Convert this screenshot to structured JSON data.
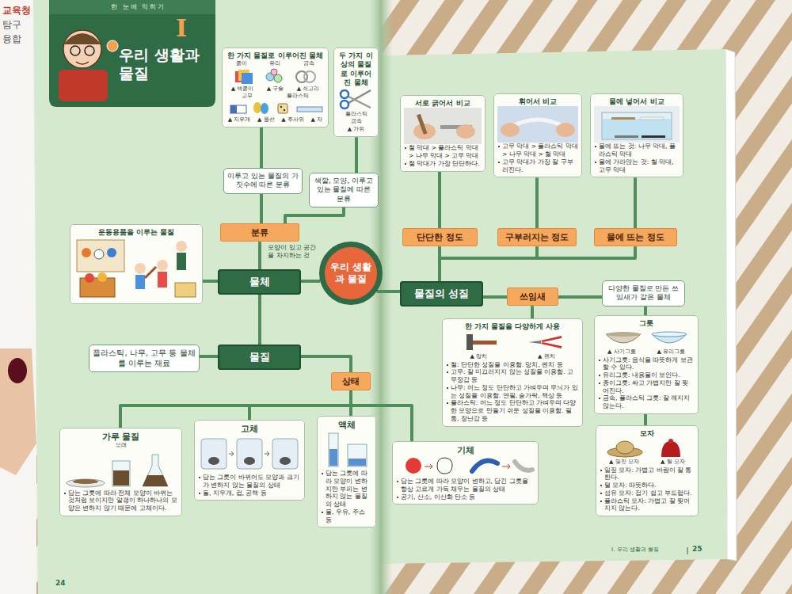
{
  "diagram": {
    "title": "우리 생활과 물질",
    "nodes": [
      {
        "text": [
          "한 가지 물질로 이루어진 물체",
          "종이",
          "유리",
          "금속",
          "▲ 색종이",
          "▲ 구슬",
          "▲ 쇠고리",
          "고무",
          "플라스틱",
          "▲ 지우개",
          "▲ 풍선",
          "▲ 주사위",
          "▲ 자"
        ]
      },
      {
        "text": [
          "두 가지 이상의 물질로 이루어진 물체",
          "플라스틱",
          "금속",
          "▲ 가위"
        ]
      },
      {
        "text": [
          "이루고 있는 물질의 가짓수에 따른 분류"
        ]
      },
      {
        "text": [
          "색깔, 모양, 이루고 있는 물질에 따른 분류"
        ]
      },
      {
        "text": [
          "분류"
        ]
      },
      {
        "text": [
          "운동용품을 이루는 물질"
        ]
      },
      {
        "text": [
          "물체"
        ]
      },
      {
        "text": [
          "우리 생활과 물질"
        ]
      },
      {
        "text": [
          "플라스틱, 나무, 고무 등 물체를 이루는 재료"
        ]
      },
      {
        "text": [
          "물질"
        ]
      },
      {
        "text": [
          "상태"
        ]
      },
      {
        "text": [
          "가루 물질",
          "모래",
          "담는 그릇에 따라 전체 모양이 바뀌는 것처럼 보이지만 알갱이 하나하나의 모양은 변하지 않기 때문에 고체이다."
        ]
      },
      {
        "text": [
          "고체",
          "담는 그릇이 바뀌어도 모양과 크기가 변하지 않는 물질의 상태",
          "돌, 지우개, 컵, 공책 등"
        ]
      },
      {
        "text": [
          "액체",
          "담는 그릇에 따라 모양이 변하지만 부피는 변하지 않는 물질의 상태",
          "물, 우유, 주스 등"
        ]
      },
      {
        "text": [
          "서로 긁어서 비교",
          "철 막대 > 플라스틱 막대 > 나무 막대 > 고무 막대",
          "철 막대가 가장 단단하다."
        ]
      },
      {
        "text": [
          "휘어서 비교",
          "고무 막대 > 플라스틱 막대 > 나무 막대 > 철 막대",
          "고무 막대가 가장 잘 구부러진다."
        ]
      },
      {
        "text": [
          "물에 넣어서 비교",
          "물에 뜨는 것: 나무 막대, 플라스틱 막대",
          "물에 가라앉는 것: 철 막대, 고무 막대"
        ]
      },
      {
        "text": [
          "단단한 정도"
        ]
      },
      {
        "text": [
          "구부러지는 정도"
        ]
      },
      {
        "text": [
          "물에 뜨는 정도"
        ]
      },
      {
        "text": [
          "물질의 성질"
        ]
      },
      {
        "text": [
          "쓰임새"
        ]
      },
      {
        "text": [
          "다양한 물질로 만든 쓰임새가 같은 물체"
        ]
      },
      {
        "text": [
          "한 가지 물질을 다양하게 사용",
          "▲ 망치",
          "▲ 펜치",
          "철: 단단한 성질을 이용함. 망치, 펜치 등",
          "고무: 잘 미끄러지지 않는 성질을 이용함. 고무장갑 등",
          "나무: 어느 정도 단단하고 가벼우며 무늬가 있는 성질을 이용함. 연필, 숟가락, 책상 등",
          "플라스틱: 어느 정도 단단하고 가벼우며 다양한 모양으로 만들기 쉬운 성질을 이용함. 필통, 장난감 등"
        ]
      },
      {
        "text": [
          "그릇",
          "▲ 사기그릇",
          "▲ 유리그릇",
          "사기그릇: 음식을 따뜻하게 보관할 수 있다.",
          "유리그릇: 내용물이 보인다.",
          "종이그릇: 싸고 가볍지만 잘 찢어진다.",
          "금속, 플라스틱 그릇: 잘 깨지지 않는다."
        ]
      },
      {
        "text": [
          "기체",
          "담는 그릇에 따라 모양이 변하고, 담긴 그릇을 항상 고르게 가득 채우는 물질의 상태",
          "공기, 산소, 이산화 탄소 등"
        ]
      },
      {
        "text": [
          "모자",
          "▲ 밀짚 모자",
          "▲ 털 모자",
          "밀짚 모자: 가볍고 바람이 잘 통한다.",
          "털 모자: 따뜻하다.",
          "섬유 모자: 접기 쉽고 부드럽다.",
          "플라스틱 모자: 가볍고 잘 찢어지지 않는다."
        ]
      }
    ],
    "edges": [
      {
        "from": 7,
        "to": 6,
        "arrow": "none"
      },
      {
        "from": 6,
        "to": 4,
        "arrow": "none"
      },
      {
        "from": 4,
        "to": 2,
        "arrow": "none"
      },
      {
        "from": 4,
        "to": 3,
        "arrow": "none"
      },
      {
        "from": 2,
        "to": 0,
        "arrow": "none"
      },
      {
        "from": 3,
        "to": 1,
        "arrow": "none"
      },
      {
        "from": 6,
        "to": 5,
        "arrow": "none"
      },
      {
        "from": 6,
        "to": 9,
        "arrow": "none"
      },
      {
        "from": 9,
        "to": 8,
        "arrow": "none"
      },
      {
        "from": 9,
        "to": 10,
        "arrow": "none"
      },
      {
        "from": 10,
        "to": 11,
        "arrow": "none"
      },
      {
        "from": 10,
        "to": 12,
        "arrow": "none"
      },
      {
        "from": 10,
        "to": 13,
        "arrow": "none"
      },
      {
        "from": 10,
        "to": 25,
        "arrow": "none"
      },
      {
        "from": 7,
        "to": 20,
        "arrow": "none"
      },
      {
        "from": 20,
        "to": 17,
        "arrow": "none"
      },
      {
        "from": 20,
        "to": 18,
        "arrow": "none"
      },
      {
        "from": 20,
        "to": 19,
        "arrow": "none"
      },
      {
        "from": 17,
        "to": 14,
        "arrow": "none"
      },
      {
        "from": 18,
        "to": 15,
        "arrow": "none"
      },
      {
        "from": 19,
        "to": 16,
        "arrow": "none"
      },
      {
        "from": 20,
        "to": 21,
        "arrow": "none"
      },
      {
        "from": 21,
        "to": 23,
        "arrow": "none"
      },
      {
        "from": 21,
        "to": 22,
        "arrow": "none"
      },
      {
        "from": 22,
        "to": 24,
        "arrow": "none"
      },
      {
        "from": 24,
        "to": 26,
        "arrow": "none"
      }
    ],
    "labels": [
      "교육청",
      "탐구",
      "융합",
      "한 눈에 익히기",
      "I",
      "모양이 있고 공간을 차지하는 것",
      "24",
      "I. 우리 생활과 물질",
      "25"
    ]
  }
}
